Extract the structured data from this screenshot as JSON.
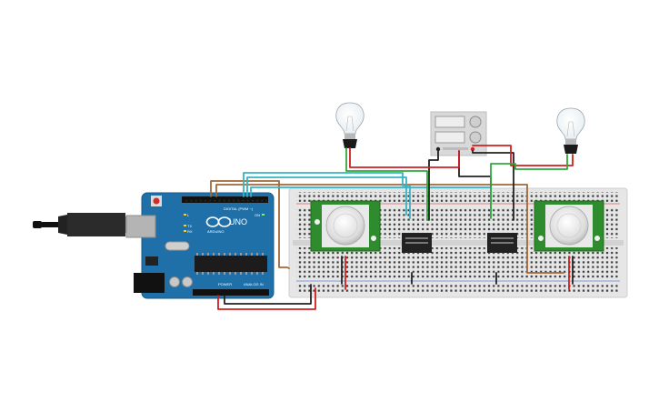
{
  "arduino": {
    "model_label": "UNO",
    "brand_label": "ARDUINO",
    "digital_header_label": "DIGITAL (PWM ~)",
    "power_header_label": "POWER",
    "analog_header_label": "ANALOG IN",
    "tx_label": "TX",
    "rx_label": "RX",
    "l_label": "L",
    "on_label": "ON",
    "board_color": "#1f6fa8"
  },
  "breadboard": {
    "color": "#e6e6e6"
  },
  "pir_sensors": {
    "count": 2,
    "board_color": "#2e8b2e"
  },
  "relays": {
    "count": 2,
    "color": "#222222"
  },
  "bulbs": {
    "count": 2
  },
  "power_supply": {
    "color": "#d9d9d9"
  },
  "wire_colors": {
    "red": "#d11f1f",
    "black": "#222222",
    "green": "#2faa3a",
    "teal": "#37b3c3",
    "brown": "#a0683a"
  }
}
